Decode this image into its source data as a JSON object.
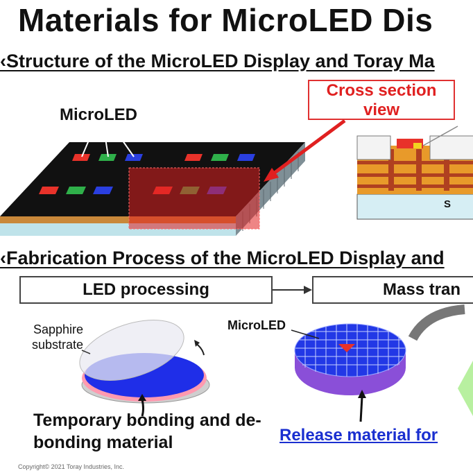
{
  "title": "Materials for MicroLED Dis",
  "section1": "‹Structure of the MicroLED Display and Toray Ma",
  "section2": "‹Fabrication Process of the MicroLED Display and",
  "cross_section": "Cross section view",
  "microled_label": "MicroLED",
  "cross_section_substrate_letter": "S",
  "process_steps": [
    "LED processing",
    "Mass tran"
  ],
  "sapphire_label": "Sapphire substrate",
  "microled_wafer_label": "MicroLED",
  "temporary_bonding": "Temporary bonding and de-bonding material",
  "release_material": "Release material for",
  "copyright": "Copyright© 2021 Toray Industries, Inc.",
  "colors": {
    "accent_red": "#e02020",
    "link_blue": "#1a2fd0",
    "panel_black": "#111111",
    "led_red": "#e8322a",
    "led_green": "#2fb04a",
    "led_blue": "#2a3fe0",
    "wafer_blue": "#1f2ee8",
    "wafer_purple": "#8a4fd8",
    "layer_orange": "#e89a2a"
  }
}
